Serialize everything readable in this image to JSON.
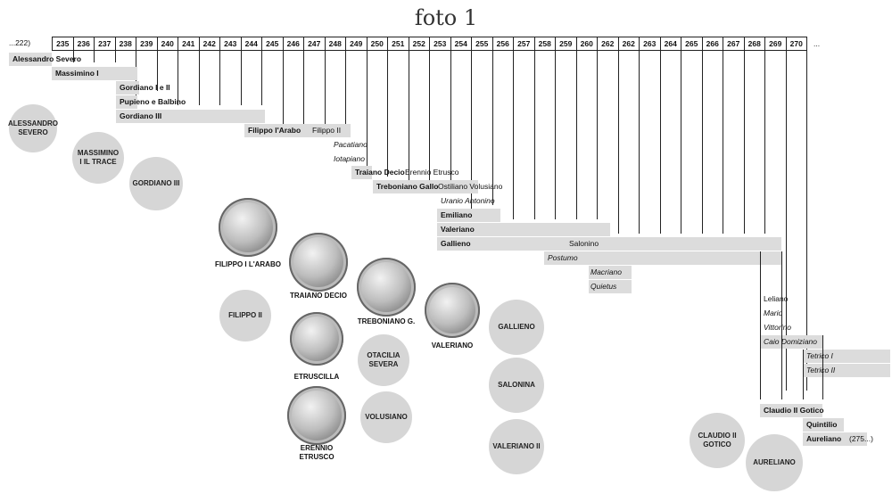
{
  "title": "foto 1",
  "years": [
    "...222)",
    "235",
    "236",
    "237",
    "238",
    "239",
    "240",
    "241",
    "242",
    "243",
    "244",
    "245",
    "246",
    "247",
    "248",
    "249",
    "250",
    "251",
    "252",
    "253",
    "254",
    "255",
    "256",
    "257",
    "258",
    "259",
    "260",
    "262",
    "262",
    "263",
    "264",
    "265",
    "266",
    "267",
    "268",
    "269",
    "270"
  ],
  "ellipsis": "...",
  "rows": [
    {
      "parts": [
        {
          "t": "Alessandro Severo",
          "s": "b"
        }
      ]
    },
    {
      "parts": [
        {
          "t": "Massimino I",
          "s": "b"
        }
      ]
    },
    {
      "parts": [
        {
          "t": "Gordiano I e II",
          "s": "b"
        }
      ]
    },
    {
      "parts": [
        {
          "t": "Pupieno e Balbino",
          "s": "b"
        }
      ]
    },
    {
      "parts": [
        {
          "t": "Gordiano III",
          "s": "b"
        }
      ]
    },
    {
      "parts": [
        {
          "t": "Filippo l'Arabo",
          "s": "b"
        },
        {
          "t": "Filippo II",
          "s": "n"
        }
      ]
    },
    {
      "parts": [
        {
          "t": "Pacatiano",
          "s": "i"
        }
      ]
    },
    {
      "parts": [
        {
          "t": "Iotapiano",
          "s": "i"
        }
      ]
    },
    {
      "parts": [
        {
          "t": "Traiano Decio",
          "s": "b"
        },
        {
          "t": "Erennio Etrusco",
          "s": "n"
        }
      ]
    },
    {
      "parts": [
        {
          "t": "Treboniano Gallo",
          "s": "b"
        },
        {
          "t": "Ostiliano Volusiano",
          "s": "n"
        }
      ]
    },
    {
      "parts": [
        {
          "t": "Uranio Antonino",
          "s": "i"
        }
      ]
    },
    {
      "parts": [
        {
          "t": "Emiliano",
          "s": "b"
        }
      ]
    },
    {
      "parts": [
        {
          "t": "Valeriano",
          "s": "b"
        }
      ]
    },
    {
      "parts": [
        {
          "t": "Gallieno",
          "s": "b"
        },
        {
          "t": "Salonino",
          "s": "n"
        }
      ]
    },
    {
      "parts": [
        {
          "t": "Postumo",
          "s": "i"
        }
      ]
    },
    {
      "parts": [
        {
          "t": "Macriano",
          "s": "i"
        }
      ]
    },
    {
      "parts": [
        {
          "t": "Quietus",
          "s": "i"
        }
      ]
    },
    {
      "parts": [
        {
          "t": "Leliano",
          "s": "n"
        }
      ]
    },
    {
      "parts": [
        {
          "t": "Mario",
          "s": "i"
        }
      ]
    },
    {
      "parts": [
        {
          "t": "Vittorino",
          "s": "i"
        }
      ]
    },
    {
      "parts": [
        {
          "t": "Caio Domiziano",
          "s": "i"
        }
      ]
    },
    {
      "parts": [
        {
          "t": "Tetrico I",
          "s": "i"
        }
      ]
    },
    {
      "parts": [
        {
          "t": "Tetrico II",
          "s": "i"
        }
      ]
    },
    {
      "parts": [
        {
          "t": "Claudio II Gotico",
          "s": "b"
        }
      ]
    },
    {
      "parts": [
        {
          "t": "Quintilio",
          "s": "b"
        }
      ]
    },
    {
      "parts": [
        {
          "t": "Aureliano",
          "s": "b"
        },
        {
          "t": "(275...)",
          "s": "n"
        }
      ]
    }
  ],
  "circles": [
    "ALESSANDRO\nSEVERO",
    "MASSIMINO\nI IL TRACE",
    "GORDIANO III",
    "FILIPPO II",
    "OTACILIA\nSEVERA",
    "VOLUSIANO",
    "GALLIENO",
    "SALONINA",
    "VALERIANO II",
    "CLAUDIO II\nGOTICO",
    "AURELIANO"
  ],
  "coins": [
    "FILIPPO I L'ARABO",
    "TRAIANO DECIO",
    "TREBONIANO G.",
    "VALERIANO",
    "ETRUSCILLA",
    "ERENNIO\nETRUSCO"
  ],
  "colors": {
    "bar": "#dcdcdc",
    "circle": "#d6d6d6",
    "line": "#222222"
  }
}
